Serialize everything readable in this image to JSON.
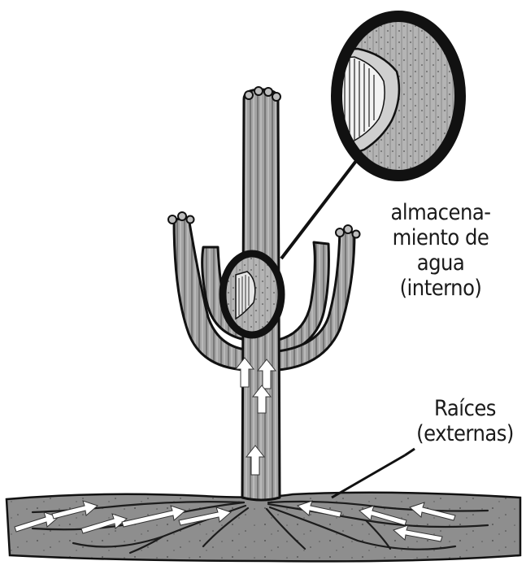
{
  "labels": {
    "storage": [
      "almacena-",
      "miento de",
      "agua",
      "(interno)"
    ],
    "roots": [
      "Raíces",
      "(externas)"
    ]
  },
  "colors": {
    "outline": "#111111",
    "cactus": "#9a9a9a",
    "ground": "#8c8c8c",
    "arrow": "#ffffff"
  }
}
